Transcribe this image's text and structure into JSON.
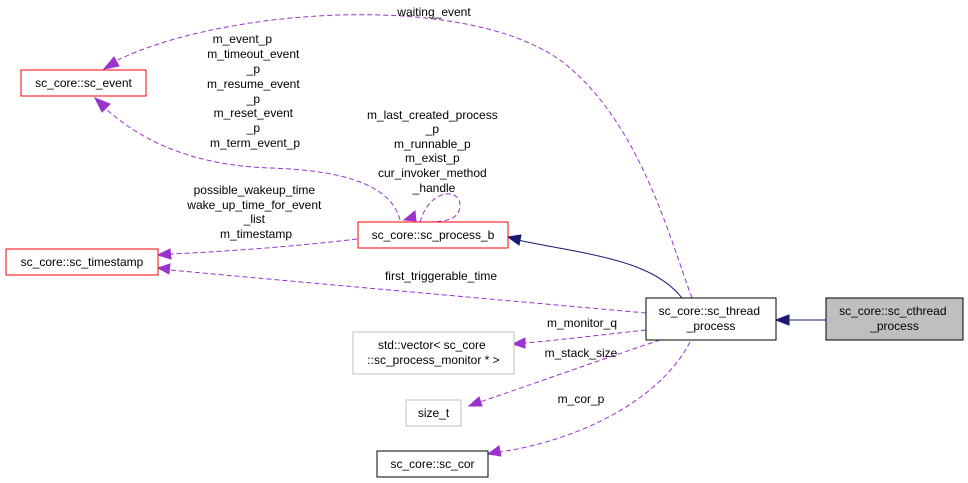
{
  "colors": {
    "red_border": "#ff0000",
    "black_border": "#000000",
    "gray_border": "#bfbfbf",
    "selected_fill": "#bfbfbf",
    "usage_edge": "#9a32cd",
    "inherit_edge": "#191970"
  },
  "nodes": {
    "sc_event": "sc_core::sc_event",
    "sc_timestamp": "sc_core::sc_timestamp",
    "sc_process_b": "sc_core::sc_process_b",
    "sc_thread_process": [
      "sc_core::sc_thread",
      "_process"
    ],
    "sc_cthread_process": [
      "sc_core::sc_cthread",
      "_process"
    ],
    "vector_monitor": [
      "std::vector< sc_core",
      "::sc_process_monitor * >"
    ],
    "size_t": "size_t",
    "sc_cor": "sc_core::sc_cor"
  },
  "edges": {
    "waiting_event": [
      "waiting_event"
    ],
    "event_members": [
      "m_event_p",
      "m_timeout_event",
      "_p",
      "m_resume_event",
      "_p",
      "m_reset_event",
      "_p",
      "m_term_event_p"
    ],
    "self_members": [
      "m_last_created_process",
      "_p",
      "m_runnable_p",
      "m_exist_p",
      "cur_invoker_method",
      "_handle"
    ],
    "timestamp_members": [
      "possible_wakeup_time",
      "wake_up_time_for_event",
      "_list",
      "m_timestamp"
    ],
    "first_triggerable_time": [
      "first_triggerable_time"
    ],
    "m_monitor_q": [
      "m_monitor_q"
    ],
    "m_stack_size": [
      "m_stack_size"
    ],
    "m_cor_p": [
      "m_cor_p"
    ]
  }
}
